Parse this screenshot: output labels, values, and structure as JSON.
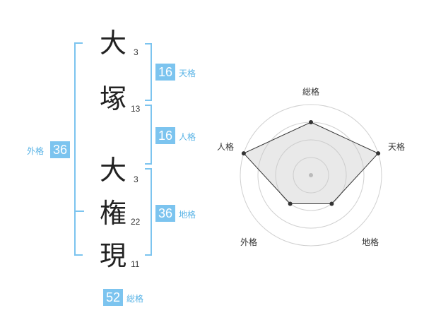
{
  "name": [
    {
      "char": "大",
      "strokes": "3"
    },
    {
      "char": "塚",
      "strokes": "13"
    },
    {
      "char": "大",
      "strokes": "3"
    },
    {
      "char": "権",
      "strokes": "22"
    },
    {
      "char": "現",
      "strokes": "11"
    }
  ],
  "kaku": {
    "tenkaku": {
      "value": "16",
      "label": "天格"
    },
    "jinkaku": {
      "value": "16",
      "label": "人格"
    },
    "chikaku": {
      "value": "36",
      "label": "地格"
    },
    "gaikaku": {
      "value": "36",
      "label": "外格"
    },
    "soukaku": {
      "value": "52",
      "label": "総格"
    }
  },
  "colors": {
    "accent": "#7cc4ef",
    "label": "#58b3e6"
  },
  "radar": {
    "axes": [
      "総格",
      "天格",
      "地格",
      "外格",
      "人格"
    ],
    "levels": 4,
    "values": [
      0.75,
      1.0,
      0.5,
      0.5,
      1.0
    ]
  }
}
